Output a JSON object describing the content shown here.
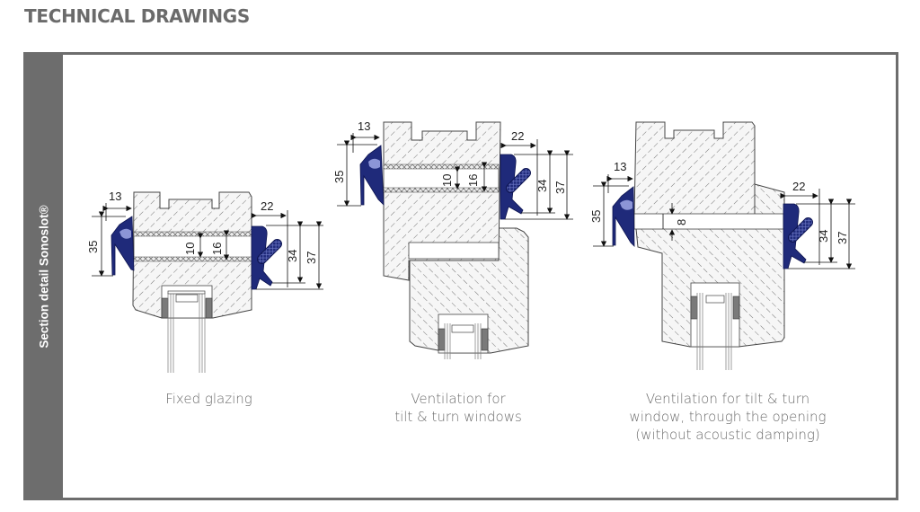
{
  "header": {
    "title": "TECHNICAL DRAWINGS"
  },
  "panel": {
    "side_label": "Section detail Sonoslot®",
    "colors": {
      "frame": "#6d6d6d",
      "seal": "#1f2a7a",
      "wood_fill": "#f4f4f4",
      "hatch": "#444444",
      "gasket": "#7a7a7a",
      "text": "#6b6b6b"
    }
  },
  "drawings": [
    {
      "id": "fixed-glazing",
      "caption": "Fixed glazing",
      "dims": {
        "left_width": "13",
        "left_height": "35",
        "slot_inner": "10",
        "slot_outer": "16",
        "right_width": "22",
        "right_inner": "34",
        "right_outer": "37"
      }
    },
    {
      "id": "tilt-turn",
      "caption": "Ventilation for\ntilt & turn windows",
      "dims": {
        "left_width": "13",
        "left_height": "35",
        "slot_inner": "10",
        "slot_outer": "16",
        "right_width": "22",
        "right_inner": "34",
        "right_outer": "37"
      }
    },
    {
      "id": "through-opening",
      "caption": "Ventilation for tilt & turn\nwindow, through the opening\n(without acoustic damping)",
      "dims": {
        "left_width": "13",
        "left_height": "35",
        "gap": "8",
        "right_width": "22",
        "right_inner": "34",
        "right_outer": "37"
      }
    }
  ]
}
